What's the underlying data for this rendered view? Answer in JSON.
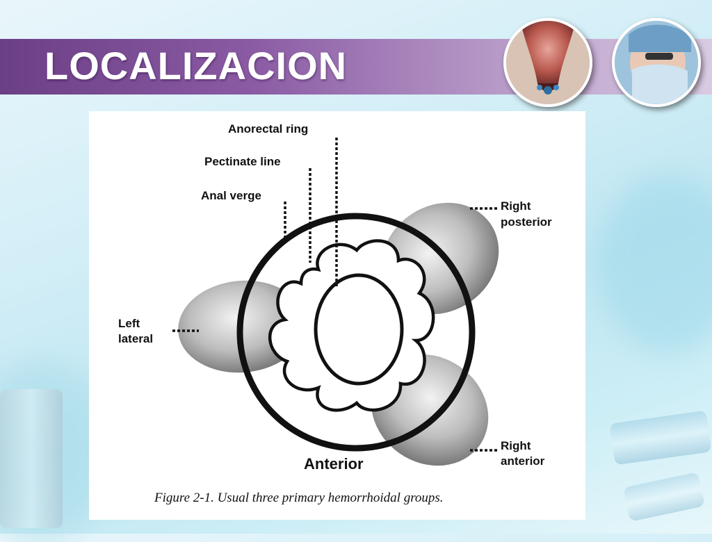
{
  "slide": {
    "title": "LOCALIZACION",
    "theme_colors": {
      "band_start": "#6b3f86",
      "band_end": "#d9cbe2",
      "background": "#d3eef7"
    }
  },
  "photos": [
    {
      "name": "anatomy-photo",
      "description_icon": "rectal-anatomy-image-icon"
    },
    {
      "name": "surgeon-photo",
      "description_icon": "surgeon-image-icon"
    }
  ],
  "figure": {
    "labels": {
      "anorectal_ring": "Anorectal ring",
      "pectinate_line": "Pectinate line",
      "anal_verge": "Anal verge",
      "right_posterior_1": "Right",
      "right_posterior_2": "posterior",
      "left_lateral_1": "Left",
      "left_lateral_2": "lateral",
      "right_anterior_1": "Right",
      "right_anterior_2": "anterior",
      "anterior": "Anterior"
    },
    "caption": "Figure 2-1.  Usual three primary hemorrhoidal groups."
  }
}
